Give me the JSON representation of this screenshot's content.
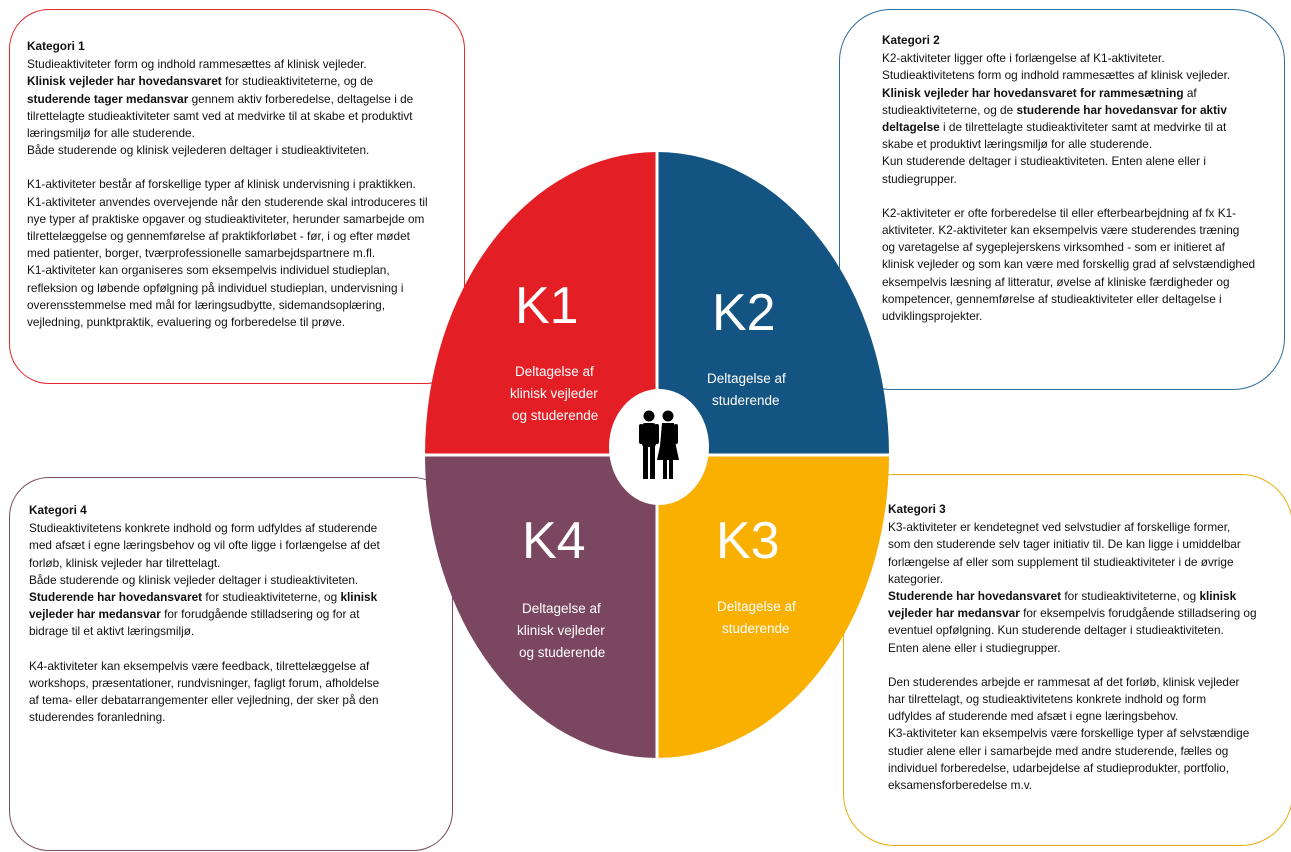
{
  "kategori1": {
    "title": "Kategori 1",
    "l1": "Studieaktiviteter form og indhold rammesættes af klinisk vejleder.",
    "l2_bold": "Klinisk vejleder har hovedansvaret",
    "l2_rest": " for studieaktiviteterne, og de",
    "l3_bold": "studerende tager medansvar",
    "l3_rest": " gennem aktiv forberedelse, deltagelse i de",
    "l4": "tilrettelagte studieaktiviteter samt ved at medvirke til at skabe et produktivt",
    "l5": "læringsmiljø for alle studerende.",
    "l6": "Både studerende og klinisk vejlederen deltager i studieaktiviteten.",
    "l7": "K1-aktiviteter består af forskellige typer af klinisk undervisning i praktikken.",
    "l8": "K1-aktiviteter anvendes overvejende når den studerende skal introduceres til",
    "l9": "nye typer af praktiske opgaver og studieaktiviteter, herunder samarbejde om",
    "l10": "tilrettelæggelse og gennemførelse af praktikforløbet - før, i og efter mødet",
    "l11": "med patienter, borger, tværprofessionelle samarbejdspartnere m.fl.",
    "l12": "K1-aktiviteter kan organiseres som eksempelvis individuel studieplan,",
    "l13": "refleksion og løbende opfølgning på individuel studieplan, undervisning i",
    "l14": "overensstemmelse med mål for læringsudbytte, sidemandsoplæring,",
    "l15": "vejledning, punktpraktik, evaluering og forberedelse til prøve."
  },
  "kategori2": {
    "title": "Kategori 2",
    "l1": "K2-aktiviteter ligger ofte i forlængelse af K1-aktiviteter.",
    "l2": "Studieaktivitetens form og indhold rammesættes af klinisk vejleder.",
    "l3_bold": "Klinisk vejleder har hovedansvaret for rammesætning",
    "l3_rest": " af",
    "l4_pre": "studieaktiviteterne, og de ",
    "l4_bold": "studerende har hovedansvar for aktiv",
    "l5_bold": "deltagelse",
    "l5_rest": " i de tilrettelagte studieaktiviteter samt at medvirke til at",
    "l6": "skabe et produktivt læringsmiljø for alle studerende.",
    "l7": "Kun studerende deltager i studieaktiviteten. Enten alene eller i",
    "l8": "studiegrupper.",
    "l9": "K2-aktiviteter er ofte forberedelse til eller efterbearbejdning af fx K1-",
    "l10": "aktiviteter.  K2-aktiviteter kan eksempelvis være studerendes træning",
    "l11": "og varetagelse af  sygeplejerskens virksomhed - som er initieret af",
    "l12": "klinisk vejleder og som kan være med forskellig grad af selvstændighed",
    "l13": "eksempelvis læsning af litteratur, øvelse af kliniske færdigheder og",
    "l14": "kompetencer, gennemførelse af studieaktiviteter eller deltagelse i",
    "l15": "udviklingsprojekter."
  },
  "kategori3": {
    "title": "Kategori 3",
    "l1": "K3-aktiviteter er kendetegnet ved selvstudier af forskellige former,",
    "l2": "som den studerende selv tager initiativ til. De kan ligge i umiddelbar",
    "l3": "forlængelse af eller som supplement til studieaktiviteter i de øvrige",
    "l4": "kategorier.",
    "l5_bold": "Studerende har hovedansvaret",
    "l5_mid": " for studieaktiviteterne, og ",
    "l5_bold2": "klinisk",
    "l6_bold": "vejleder har medansvar",
    "l6_rest": " for eksempelvis forudgående stilladsering og",
    "l7": "eventuel opfølgning. Kun studerende deltager i studieaktiviteten.",
    "l8": "Enten alene eller i studiegrupper.",
    "l9": "Den studerendes arbejde er rammesat af det forløb, klinisk vejleder",
    "l10": "har tilrettelagt, og studieaktivitetens konkrete indhold og form",
    "l11": "udfyldes af studerende med afsæt i egne læringsbehov.",
    "l12": "K3-aktiviteter kan eksempelvis være forskellige typer af selvstændige",
    "l13": "studier alene eller i samarbejde med andre studerende, fælles og",
    "l14": "individuel forberedelse, udarbejdelse af studieprodukter, portfolio,",
    "l15": "eksamensforberedelse m.v."
  },
  "kategori4": {
    "title": "Kategori 4",
    "l1": "Studieaktivitetens konkrete indhold og form udfyldes af studerende",
    "l2": "med afsæt i egne læringsbehov og vil ofte ligge i forlængelse af det",
    "l3": "forløb, klinisk vejleder har tilrettelagt.",
    "l4": "Både studerende og klinisk vejleder deltager i studieaktiviteten.",
    "l5_bold": "Studerende har hovedansvaret",
    "l5_mid": " for studieaktiviteterne, og ",
    "l5_bold2": "klinisk",
    "l6_bold": "vejleder har medansvar",
    "l6_rest": " for forudgående stilladsering og for at",
    "l7": "bidrage til et aktivt læringsmiljø.",
    "l8": "K4-aktiviteter kan eksempelvis være feedback, tilrettelæggelse af",
    "l9": "workshops, præsentationer, rundvisninger, fagligt forum, afholdelse",
    "l10": "af tema- eller debatarrangementer eller vejledning, der sker på den",
    "l11": "studerendes foranledning."
  },
  "wheel": {
    "k1": {
      "label": "K1",
      "line1": "Deltagelse af",
      "line2": "klinisk vejleder",
      "line3": "og  studerende",
      "color": "#e41e25"
    },
    "k2": {
      "label": "K2",
      "line1": "Deltagelse af",
      "line2": "studerende",
      "color": "#135483"
    },
    "k3": {
      "label": "K3",
      "line1": "Deltagelse af",
      "line2": "studerende",
      "color": "#f9b000"
    },
    "k4": {
      "label": "K4",
      "line1": "Deltagelse af",
      "line2": "klinisk vejleder",
      "line3": "og  studerende",
      "color": "#7b4660"
    },
    "center_icon": "people-couple-icon"
  }
}
